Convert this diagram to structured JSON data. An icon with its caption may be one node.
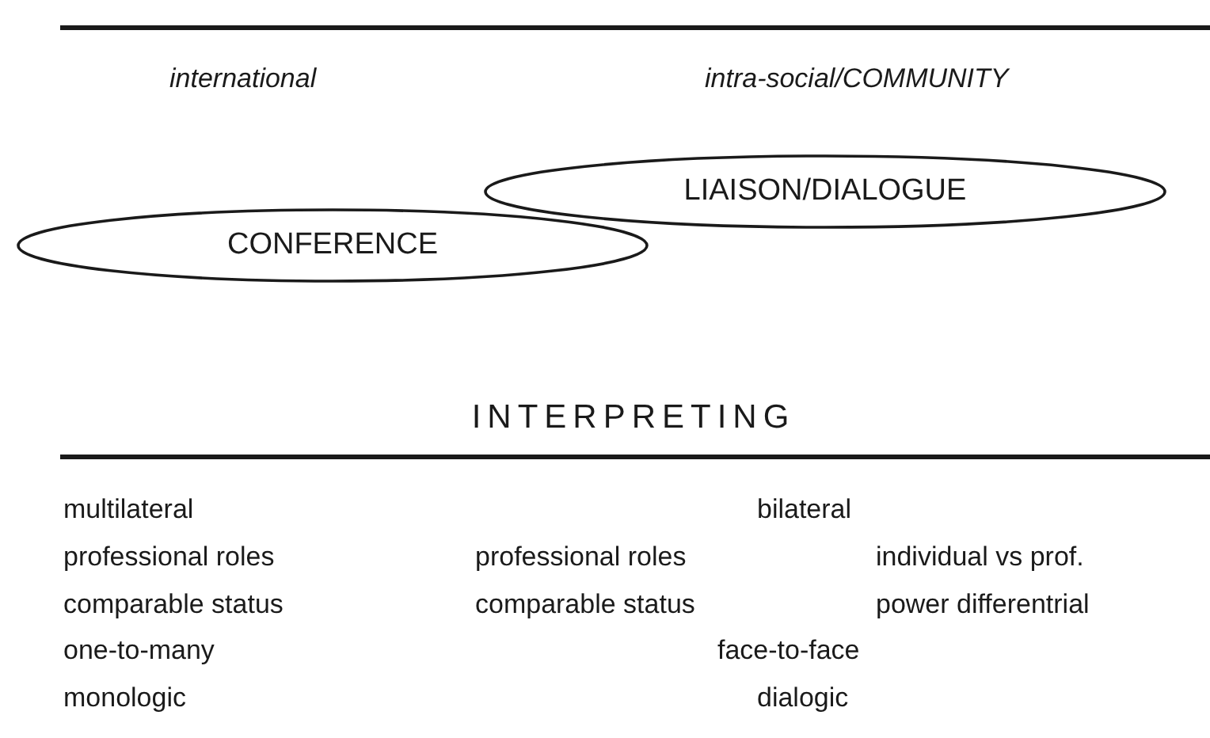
{
  "diagram": {
    "title": "INTERPRETING",
    "nodes": [
      {
        "text": [
          "LIAISON/DIALOGUE"
        ]
      },
      {
        "text": [
          "CONFERENCE"
        ]
      }
    ],
    "labels": [
      "international",
      "intra-social/COMMUNITY",
      "multilateral",
      "bilateral",
      "professional roles",
      "professional roles",
      "individual vs prof.",
      "comparable status",
      "comparable status",
      "power differentrial",
      "one-to-many",
      "face-to-face",
      "monologic",
      "dialogic"
    ]
  }
}
